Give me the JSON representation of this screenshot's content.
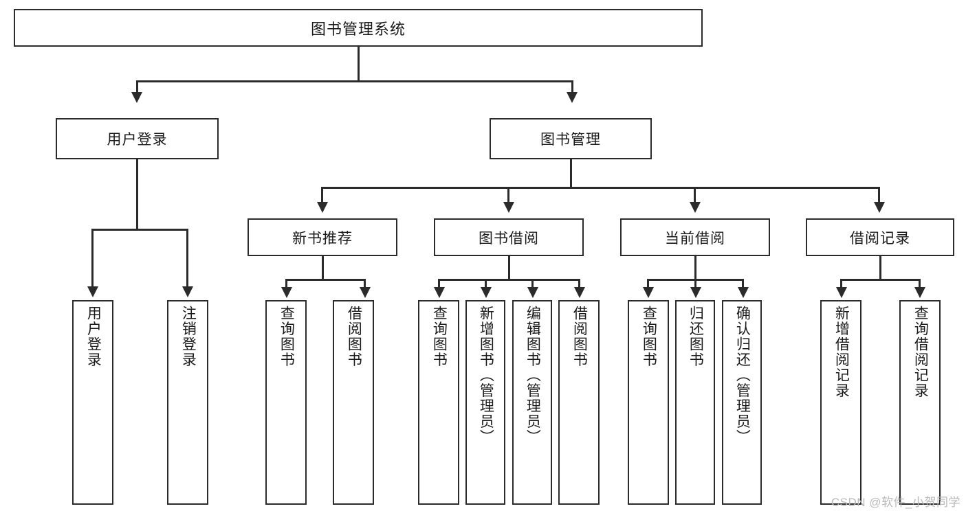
{
  "diagram": {
    "type": "tree-hierarchy",
    "title": "图书管理系统",
    "watermark": "CSDN @软件_小贺同学",
    "colors": {
      "stroke": "#2b2b2b",
      "fill": "#ffffff",
      "text": "#1a1a1a",
      "watermark": "#b9b9b9"
    },
    "root": {
      "label": "图书管理系统",
      "orientation": "horizontal"
    },
    "level2": [
      {
        "label": "用户登录",
        "orientation": "horizontal"
      },
      {
        "label": "图书管理",
        "orientation": "horizontal"
      }
    ],
    "level3": [
      {
        "label": "新书推荐",
        "orientation": "horizontal"
      },
      {
        "label": "图书借阅",
        "orientation": "horizontal"
      },
      {
        "label": "当前借阅",
        "orientation": "horizontal"
      },
      {
        "label": "借阅记录",
        "orientation": "horizontal"
      }
    ],
    "leaves": {
      "user_login": [
        {
          "label": "用户登录",
          "orientation": "vertical"
        },
        {
          "label": "注销登录",
          "orientation": "vertical"
        }
      ],
      "new_book_recommend": [
        {
          "label": "查询图书",
          "orientation": "vertical"
        },
        {
          "label": "借阅图书",
          "orientation": "vertical"
        }
      ],
      "book_borrow": [
        {
          "label": "查询图书",
          "orientation": "vertical"
        },
        {
          "label": "新增图书（管理员）",
          "orientation": "vertical"
        },
        {
          "label": "编辑图书（管理员）",
          "orientation": "vertical"
        },
        {
          "label": "借阅图书",
          "orientation": "vertical"
        }
      ],
      "current_borrow": [
        {
          "label": "查询图书",
          "orientation": "vertical"
        },
        {
          "label": "归还图书",
          "orientation": "vertical"
        },
        {
          "label": "确认归还（管理员）",
          "orientation": "vertical"
        }
      ],
      "borrow_record": [
        {
          "label": "新增借阅记录",
          "orientation": "vertical"
        },
        {
          "label": "查询借阅记录",
          "orientation": "vertical"
        }
      ]
    }
  }
}
